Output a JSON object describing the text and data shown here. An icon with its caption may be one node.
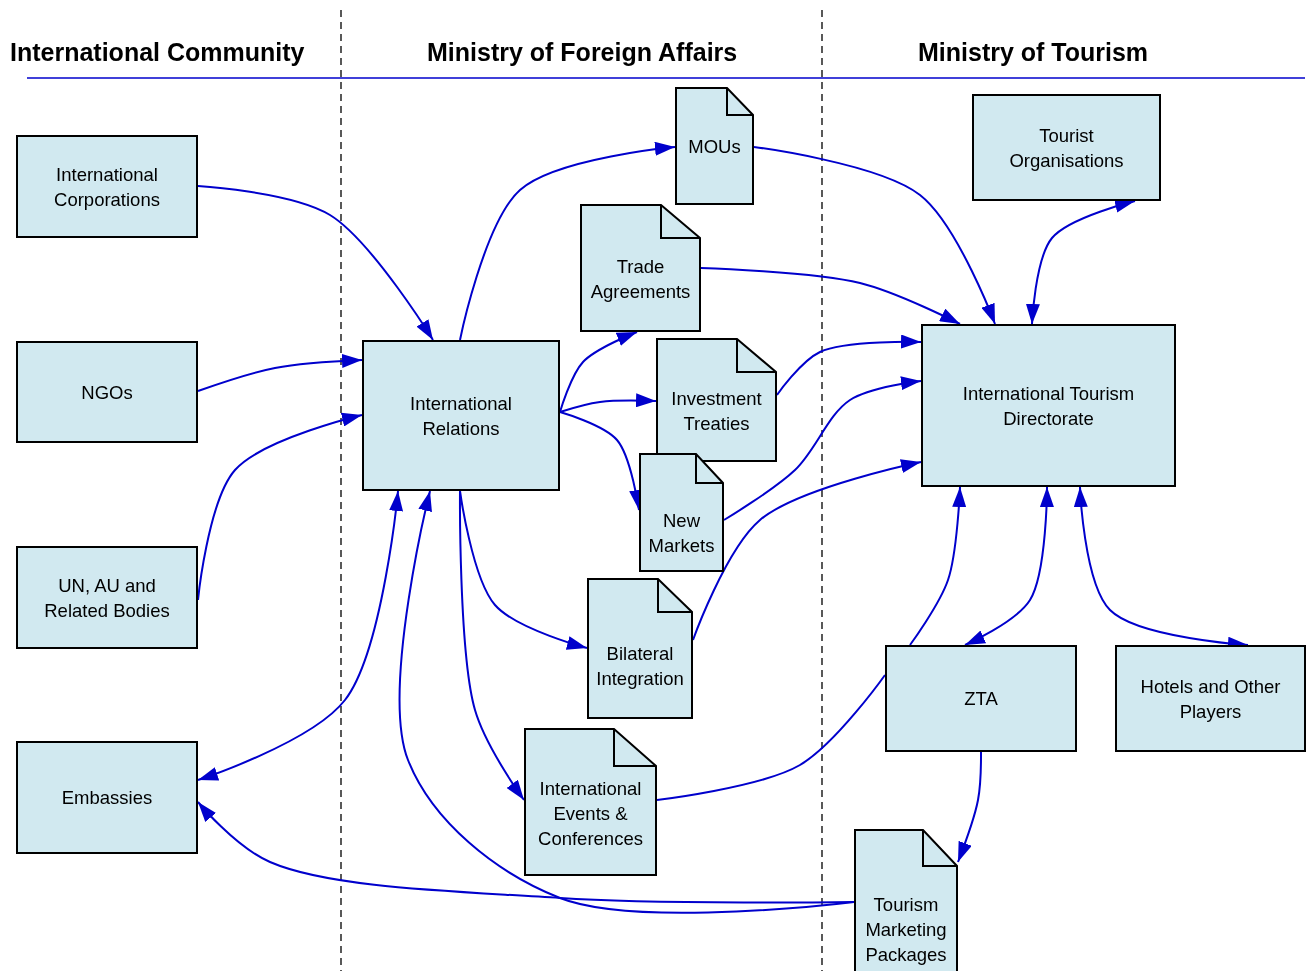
{
  "diagram": {
    "nodes": [
      {
        "text": [
          "International Corporations"
        ]
      },
      {
        "text": [
          "NGOs"
        ]
      },
      {
        "text": [
          "UN, AU and Related Bodies"
        ]
      },
      {
        "text": [
          "Embassies"
        ]
      },
      {
        "text": [
          "International Relations"
        ]
      },
      {
        "text": [
          "MOUs"
        ]
      },
      {
        "text": [
          "Trade Agreements"
        ]
      },
      {
        "text": [
          "Investment Treaties"
        ]
      },
      {
        "text": [
          "New Markets"
        ]
      },
      {
        "text": [
          "Bilateral Integration"
        ]
      },
      {
        "text": [
          "International Events & Conferences"
        ]
      },
      {
        "text": [
          "Tourist Organisations"
        ]
      },
      {
        "text": [
          "International Tourism Directorate"
        ]
      },
      {
        "text": [
          "ZTA"
        ]
      },
      {
        "text": [
          "Hotels and Other Players"
        ]
      },
      {
        "text": [
          "Tourism Marketing Packages"
        ]
      }
    ],
    "edges": [
      {
        "from": 0,
        "to": 4,
        "arrow": "to"
      },
      {
        "from": 1,
        "to": 4,
        "arrow": "to"
      },
      {
        "from": 2,
        "to": 4,
        "arrow": "to"
      },
      {
        "from": 4,
        "to": 3,
        "arrow": "both"
      },
      {
        "from": 4,
        "to": 5,
        "arrow": "to"
      },
      {
        "from": 4,
        "to": 6,
        "arrow": "to"
      },
      {
        "from": 4,
        "to": 7,
        "arrow": "to"
      },
      {
        "from": 4,
        "to": 8,
        "arrow": "to"
      },
      {
        "from": 4,
        "to": 9,
        "arrow": "to"
      },
      {
        "from": 4,
        "to": 10,
        "arrow": "to"
      },
      {
        "from": 5,
        "to": 12,
        "arrow": "to"
      },
      {
        "from": 6,
        "to": 12,
        "arrow": "to"
      },
      {
        "from": 7,
        "to": 12,
        "arrow": "to"
      },
      {
        "from": 8,
        "to": 12,
        "arrow": "to"
      },
      {
        "from": 9,
        "to": 12,
        "arrow": "to"
      },
      {
        "from": 11,
        "to": 12,
        "arrow": "both"
      },
      {
        "from": 10,
        "to": 13,
        "arrow": "none"
      },
      {
        "from": 13,
        "to": 12,
        "arrow": "to"
      },
      {
        "from": 12,
        "to": 13,
        "arrow": "both"
      },
      {
        "from": 12,
        "to": 14,
        "arrow": "both"
      },
      {
        "from": 13,
        "to": 15,
        "arrow": "to"
      },
      {
        "from": 15,
        "to": 3,
        "arrow": "to"
      },
      {
        "from": 15,
        "to": 4,
        "arrow": "to"
      }
    ],
    "labels": [
      "International Community",
      "Ministry of Foreign Affairs",
      "Ministry of Tourism"
    ]
  }
}
